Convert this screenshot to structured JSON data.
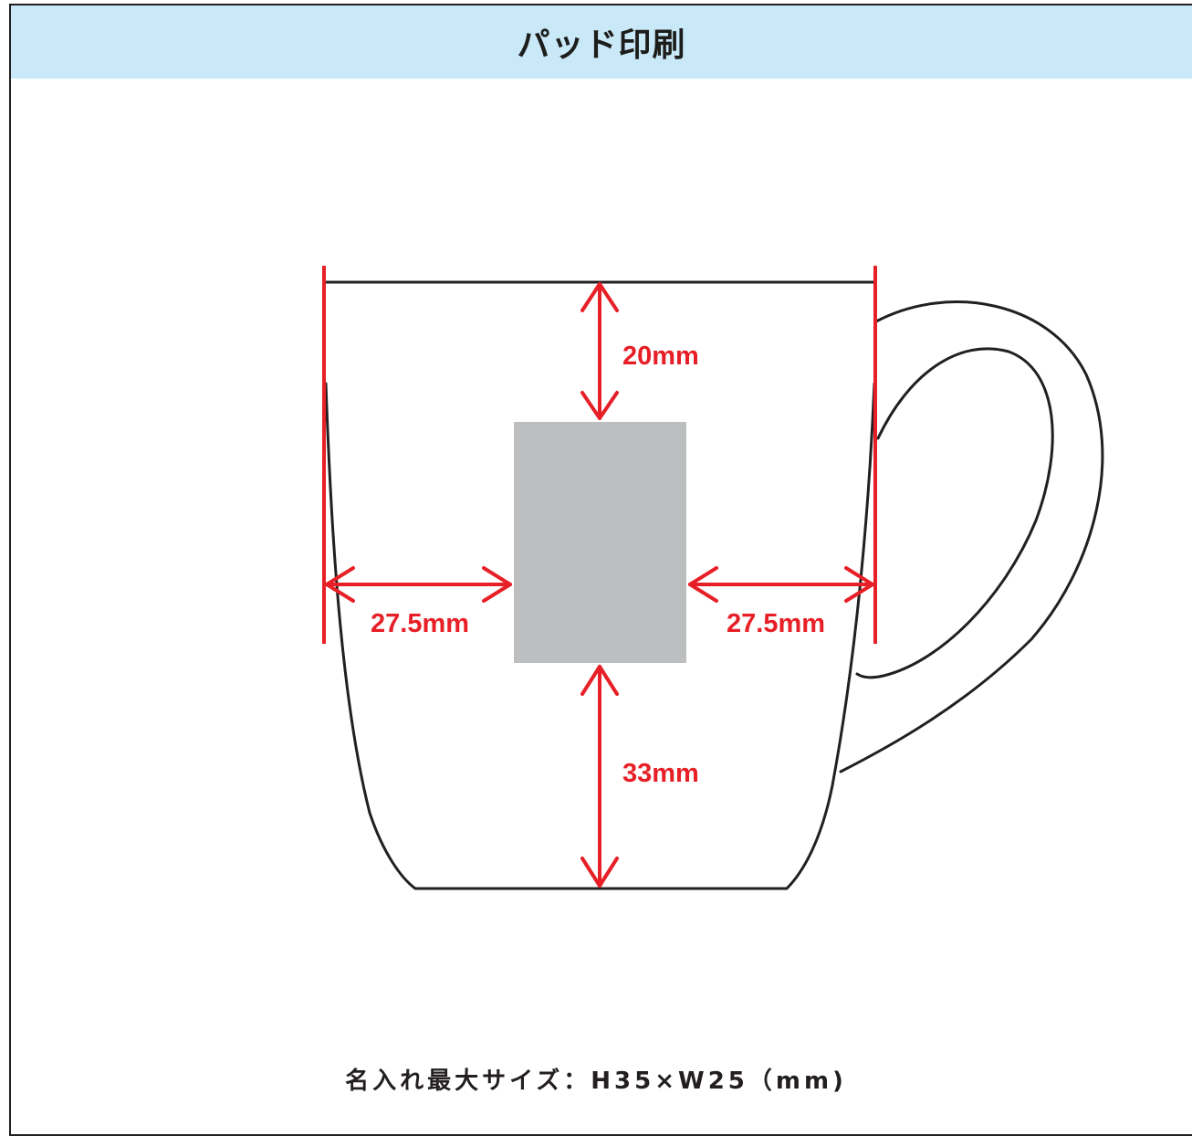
{
  "header": {
    "title": "パッド印刷"
  },
  "diagram": {
    "top_margin_label": "20mm",
    "bottom_margin_label": "33mm",
    "left_margin_label": "27.5mm",
    "right_margin_label": "27.5mm"
  },
  "caption": {
    "text": "名入れ最大サイズ：H35×W25（mm)"
  },
  "colors": {
    "header_background": "#c9e9f9",
    "dimension_red": "#e71f26",
    "print_area_gray": "#bcbec0",
    "outline_black": "#231f20"
  }
}
